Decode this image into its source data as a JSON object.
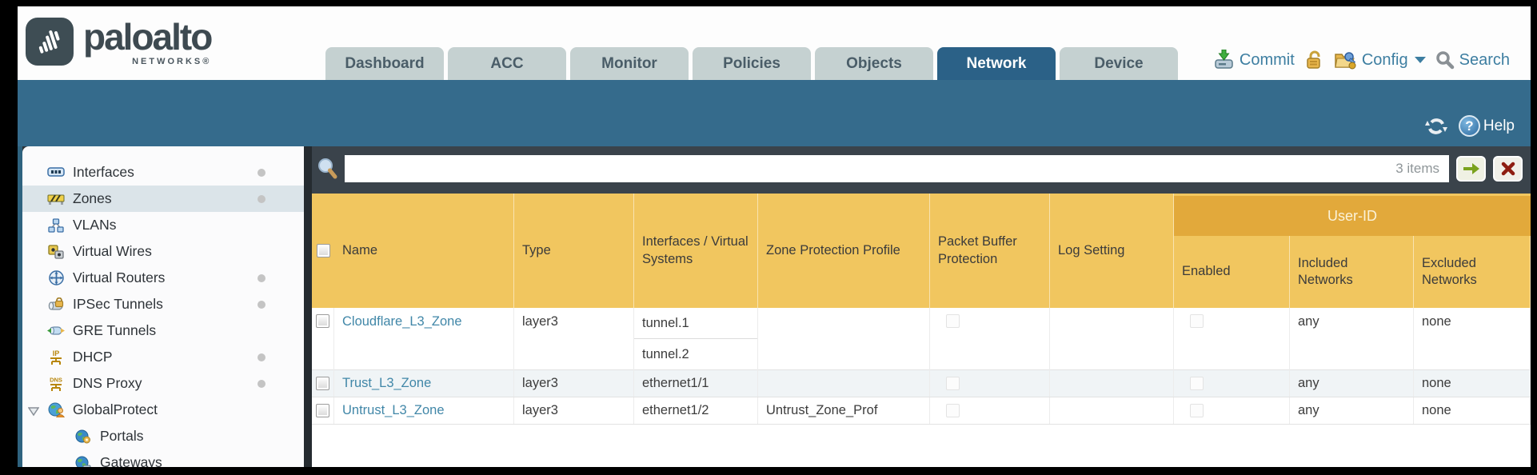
{
  "brand": {
    "name": "paloalto",
    "subname": "NETWORKS®"
  },
  "nav": {
    "tabs": [
      "Dashboard",
      "ACC",
      "Monitor",
      "Policies",
      "Objects",
      "Network",
      "Device"
    ],
    "active_tab": "Network"
  },
  "actions": {
    "commit": "Commit",
    "config": "Config",
    "search": "Search"
  },
  "band": {
    "help": "Help",
    "help_glyph": "?"
  },
  "toolbar": {
    "filter_value": "",
    "items_count": "3 items"
  },
  "sidebar": {
    "items": [
      {
        "label": "Interfaces",
        "icon": "interfaces-icon",
        "has_status_dot": true,
        "selected": false
      },
      {
        "label": "Zones",
        "icon": "zones-icon",
        "has_status_dot": true,
        "selected": true
      },
      {
        "label": "VLANs",
        "icon": "vlans-icon",
        "has_status_dot": false,
        "selected": false
      },
      {
        "label": "Virtual Wires",
        "icon": "virtual-wires-icon",
        "has_status_dot": false,
        "selected": false
      },
      {
        "label": "Virtual Routers",
        "icon": "virtual-routers-icon",
        "has_status_dot": true,
        "selected": false
      },
      {
        "label": "IPSec Tunnels",
        "icon": "ipsec-tunnels-icon",
        "has_status_dot": true,
        "selected": false
      },
      {
        "label": "GRE Tunnels",
        "icon": "gre-tunnels-icon",
        "has_status_dot": false,
        "selected": false
      },
      {
        "label": "DHCP",
        "icon": "dhcp-icon",
        "has_status_dot": true,
        "selected": false
      },
      {
        "label": "DNS Proxy",
        "icon": "dns-proxy-icon",
        "has_status_dot": true,
        "selected": false
      },
      {
        "label": "GlobalProtect",
        "icon": "globalprotect-icon",
        "has_status_dot": false,
        "selected": false,
        "expanded": true
      },
      {
        "label": "Portals",
        "icon": "portals-icon",
        "has_status_dot": false,
        "selected": false,
        "child": true
      },
      {
        "label": "Gateways",
        "icon": "gateways-icon",
        "has_status_dot": false,
        "selected": false,
        "child": true
      }
    ]
  },
  "table": {
    "group_header": "User-ID",
    "columns": [
      "Name",
      "Type",
      "Interfaces / Virtual Systems",
      "Zone Protection Profile",
      "Packet Buffer Protection",
      "Log Setting",
      "Enabled",
      "Included Networks",
      "Excluded Networks"
    ],
    "rows": [
      {
        "name": "Cloudflare_L3_Zone",
        "type": "layer3",
        "interfaces": [
          "tunnel.1",
          "tunnel.2"
        ],
        "zone_protection_profile": "",
        "packet_buffer_protection": false,
        "log_setting": "",
        "enabled": false,
        "included_networks": "any",
        "excluded_networks": "none"
      },
      {
        "name": "Trust_L3_Zone",
        "type": "layer3",
        "interfaces": [
          "ethernet1/1"
        ],
        "zone_protection_profile": "",
        "packet_buffer_protection": false,
        "log_setting": "",
        "enabled": false,
        "included_networks": "any",
        "excluded_networks": "none"
      },
      {
        "name": "Untrust_L3_Zone",
        "type": "layer3",
        "interfaces": [
          "ethernet1/2"
        ],
        "zone_protection_profile": "Untrust_Zone_Prof",
        "packet_buffer_protection": false,
        "log_setting": "",
        "enabled": false,
        "included_networks": "any",
        "excluded_networks": "none"
      }
    ]
  },
  "colors": {
    "top_band_blue": "#356b8c",
    "active_tab_blue": "#2b6187",
    "header_amber": "#f1c65f",
    "userid_band_amber": "#e2a93b",
    "link_teal": "#4187a8",
    "selected_item_bg": "#dbe4e9",
    "go_green": "#7aa21d",
    "close_red": "#8e1d12",
    "toolbar_dark": "#3a434b",
    "logo_dark": "#3e4d54"
  }
}
